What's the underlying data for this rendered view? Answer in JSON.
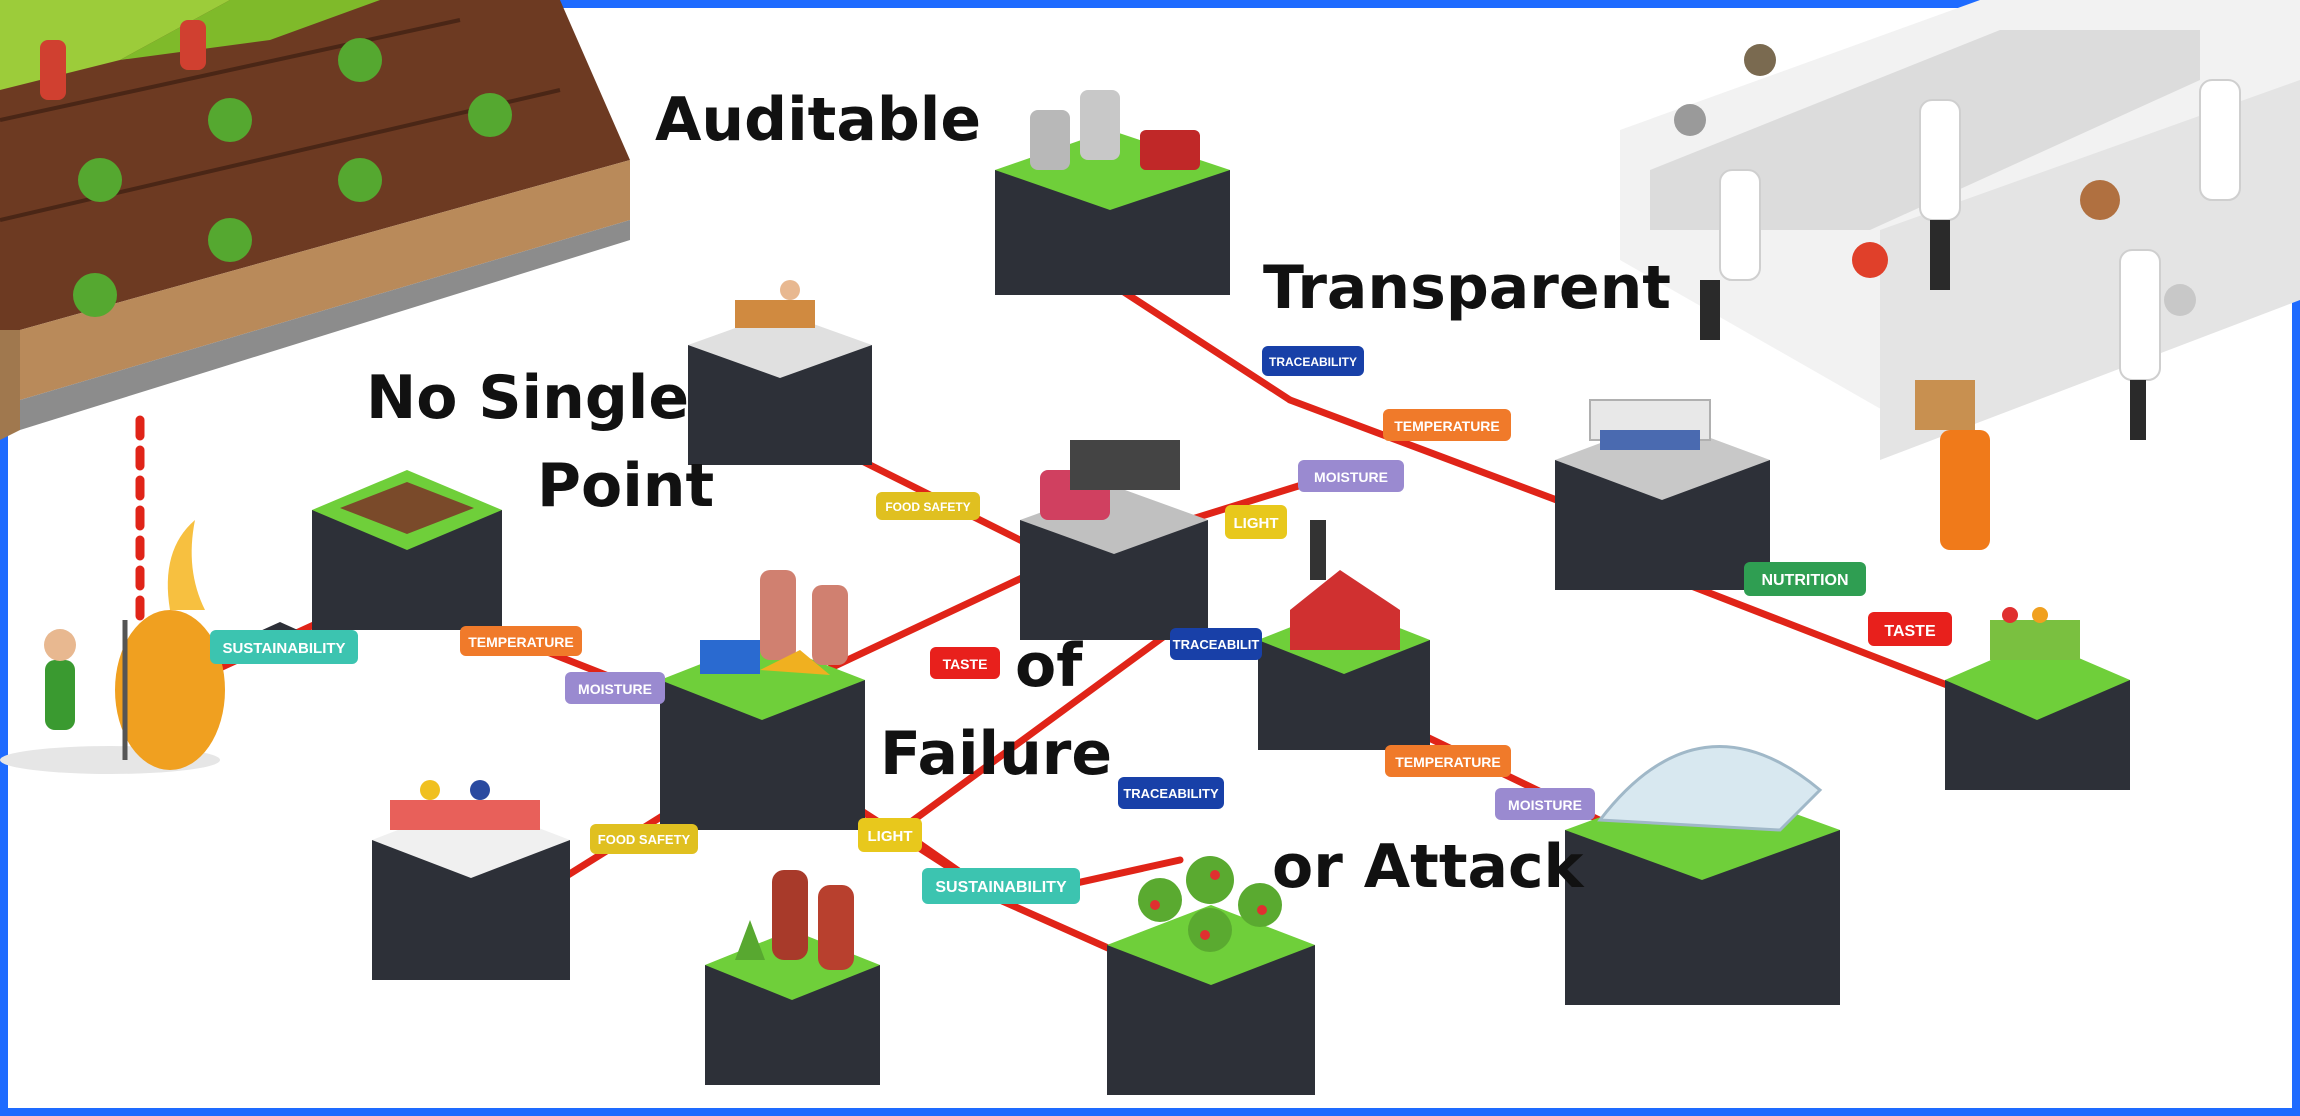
{
  "captions": {
    "auditable": "Auditable",
    "transparent": "Transparent",
    "no_single": "No Single",
    "point": "Point",
    "of": "of",
    "failure": "Failure",
    "or_attack": "or Attack"
  },
  "tags": {
    "sustainability_left": "SUSTAINABILITY",
    "temperature_left": "TEMPERATURE",
    "moisture_left": "MOISTURE",
    "food_safety_top": "FOOD SAFETY",
    "taste_center": "TASTE",
    "light_center": "LIGHT",
    "moisture_center": "MOISTURE",
    "traceability_top": "TRACEABILITY",
    "temperature_top": "TEMPERATURE",
    "traceability_mid": "TRACEABILIT",
    "nutrition": "NUTRITION",
    "taste_right": "TASTE",
    "temperature_right": "TEMPERATURE",
    "moisture_right": "MOISTURE",
    "traceability_low": "TRACEABILITY",
    "food_safety_bottom": "FOOD SAFETY",
    "light_bottom": "LIGHT",
    "sustainability_bottom": "SUSTAINABILITY"
  },
  "colors": {
    "frame": "#1e6bff",
    "background": "#ffffff",
    "connector": "#e02418",
    "block_side": "#2d3038",
    "grass": "#6fcf3a",
    "sustainability": "#3cc4b0",
    "temperature": "#f07a2a",
    "moisture": "#9a8ad0",
    "food_safety": "#e0c020",
    "light": "#e8c81c",
    "traceability": "#1840a8",
    "nutrition": "#2f9e52",
    "taste": "#e8201c"
  }
}
